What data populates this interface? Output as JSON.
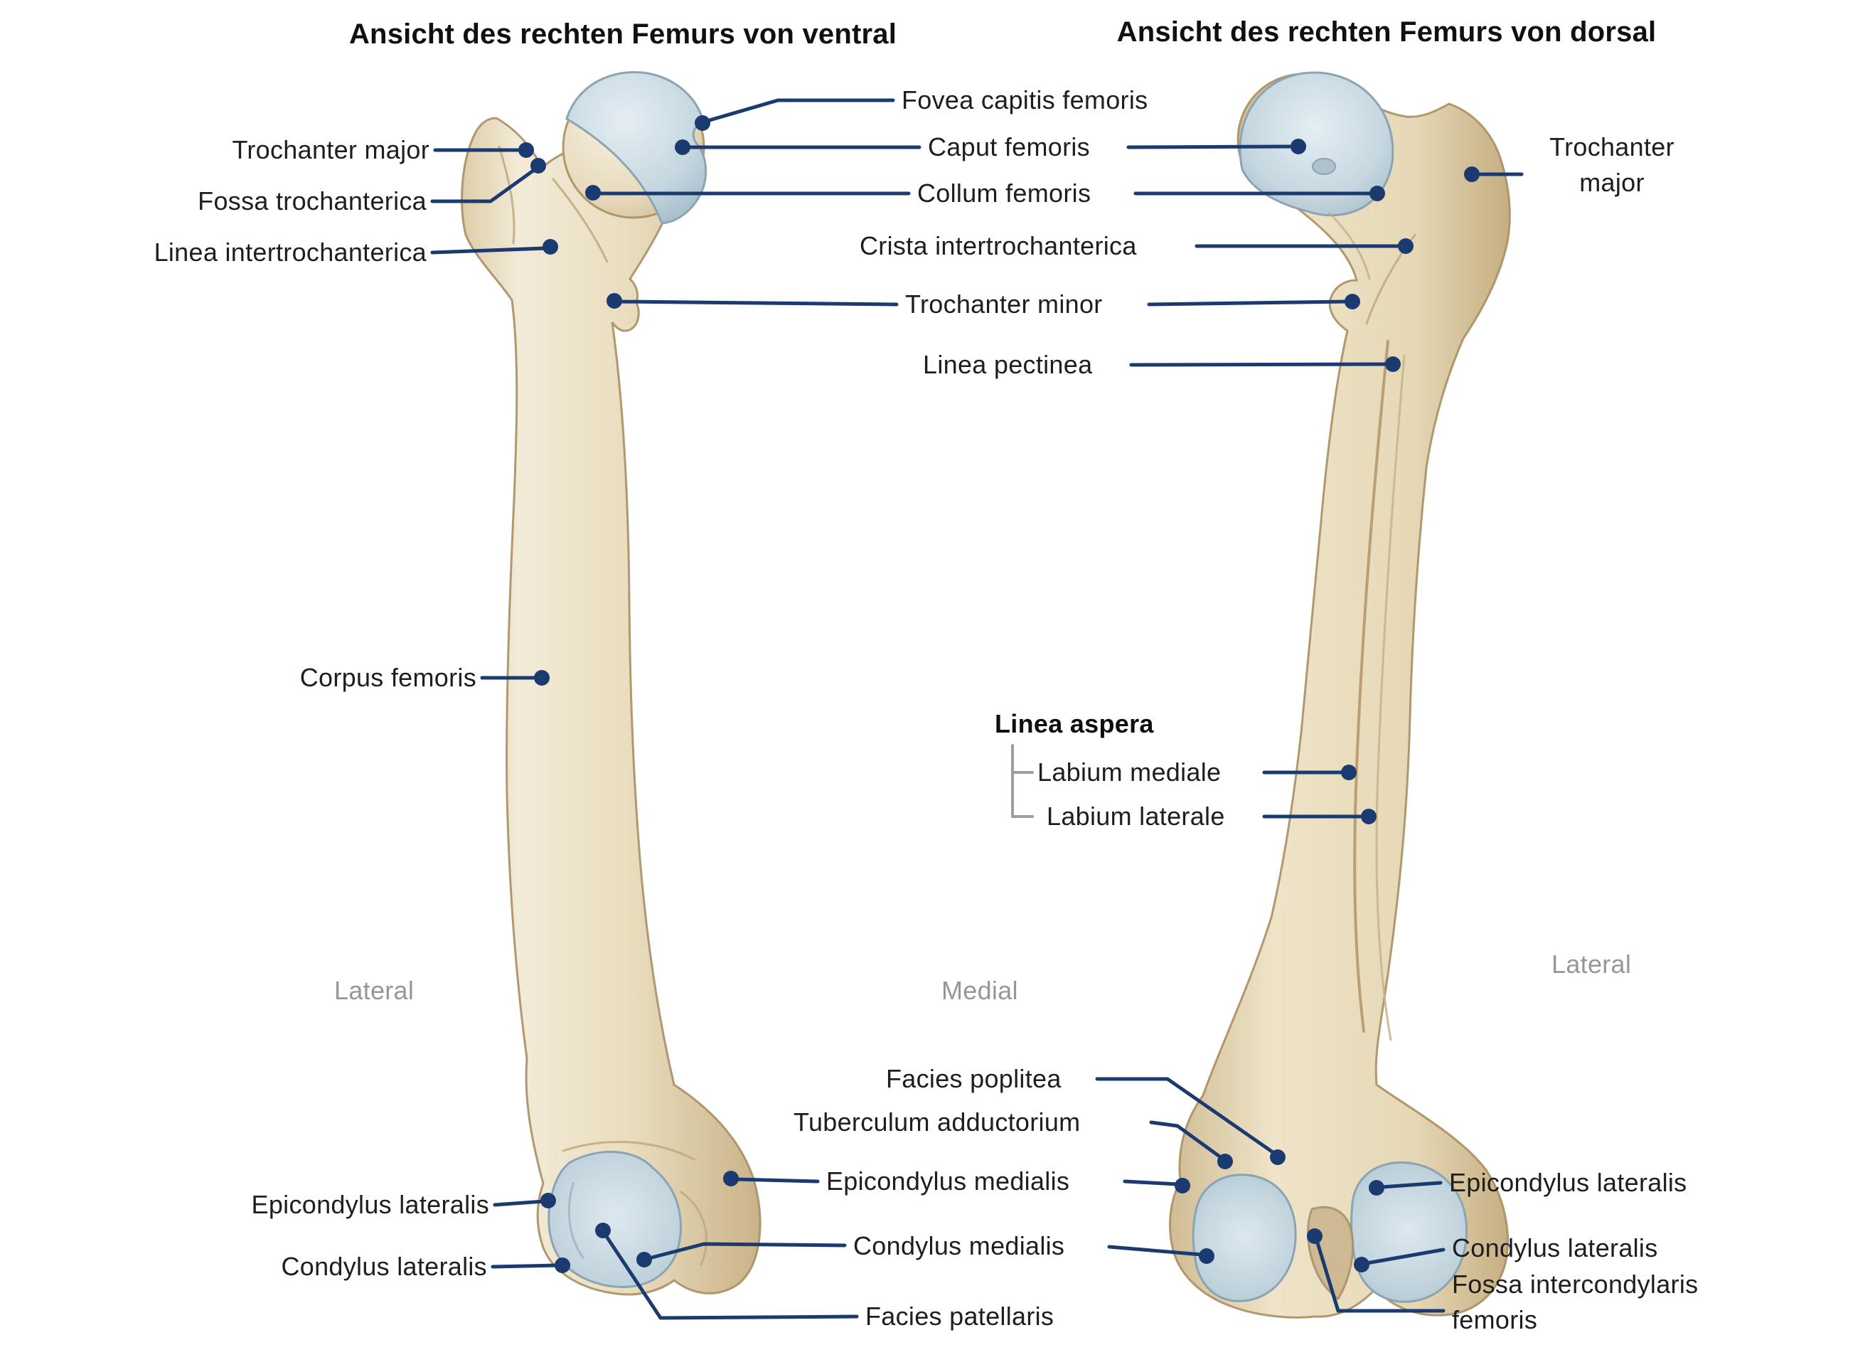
{
  "titles": {
    "ventral": "Ansicht des rechten Femurs von ventral",
    "dorsal": "Ansicht des rechten Femurs von dorsal"
  },
  "labels": {
    "trochanter_major_left": "Trochanter major",
    "fossa_trochanterica": "Fossa trochanterica",
    "linea_intertrochanterica": "Linea intertrochanterica",
    "fovea_capitis_femoris": "Fovea capitis femoris",
    "caput_femoris": "Caput femoris",
    "collum_femoris": "Collum femoris",
    "crista_intertrochanterica": "Crista intertrochanterica",
    "trochanter_minor": "Trochanter minor",
    "linea_pectinea": "Linea pectinea",
    "corpus_femoris": "Corpus femoris",
    "linea_aspera": "Linea aspera",
    "labium_mediale": "Labium mediale",
    "labium_laterale": "Labium laterale",
    "lateral_left": "Lateral",
    "medial_center": "Medial",
    "lateral_right": "Lateral",
    "facies_poplitea": "Facies poplitea",
    "tuberculum_adductorium": "Tuberculum adductorium",
    "epicondylus_medialis": "Epicondylus medialis",
    "condylus_medialis": "Condylus medialis",
    "facies_patellaris": "Facies patellaris",
    "epicondylus_lateralis_left": "Epicondylus lateralis",
    "condylus_lateralis_left": "Condylus lateralis",
    "trochanter_major_right": "Trochanter major",
    "epicondylus_lateralis_right": "Epicondylus lateralis",
    "condylus_lateralis_right": "Condylus lateralis",
    "fossa_intercondylaris_femoris": "Fossa intercondylaris femoris"
  },
  "colors": {
    "leader_line": "#1b3a70",
    "label_text": "#1e1e1e",
    "muted_text": "#979797",
    "bracket": "#9e9e9e",
    "bone_light": "#f2ebd8",
    "bone_dark": "#c6ae83",
    "cartilage": "#c6d7e0",
    "background": "#ffffff"
  }
}
